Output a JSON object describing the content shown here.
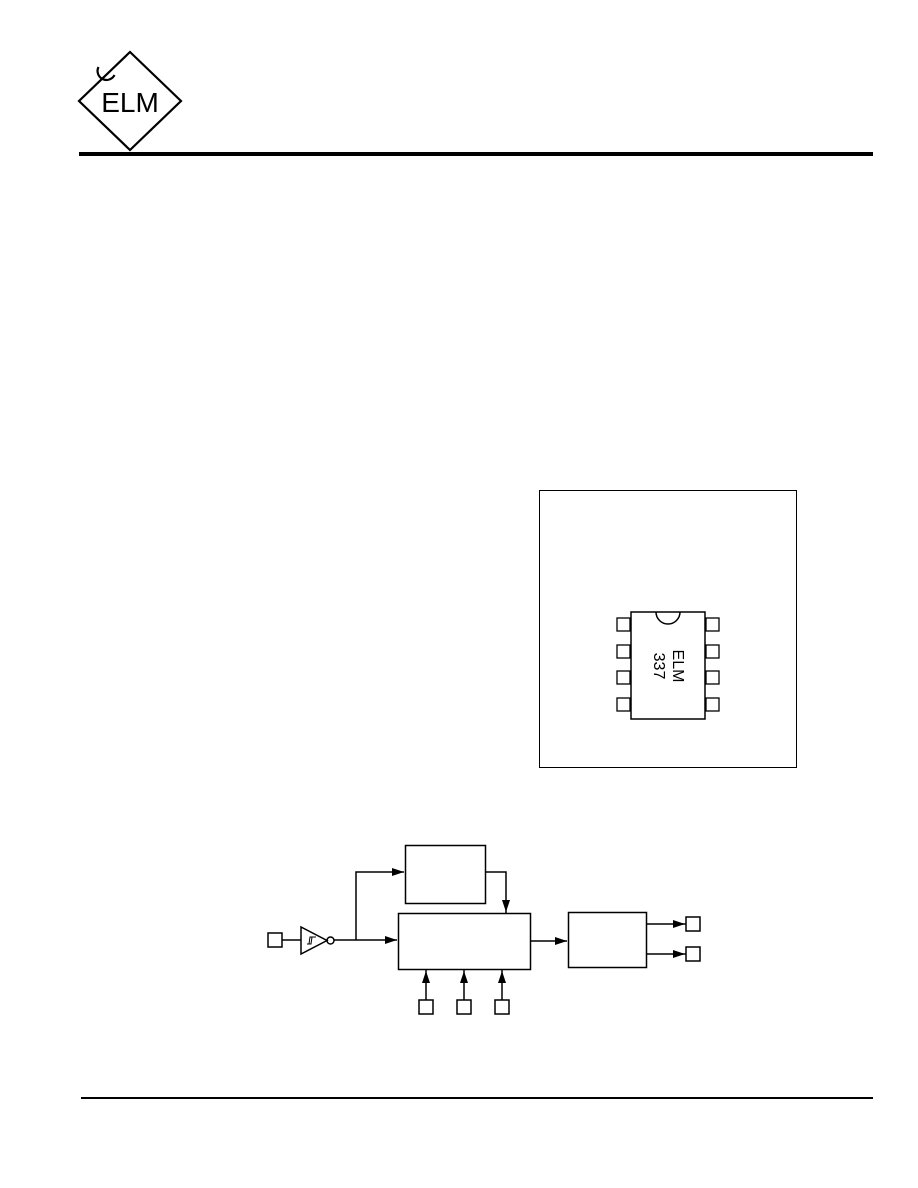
{
  "header": {
    "logo_text": "ELM"
  },
  "package_figure": {
    "chip_line1": "ELM",
    "chip_line2": "337"
  }
}
